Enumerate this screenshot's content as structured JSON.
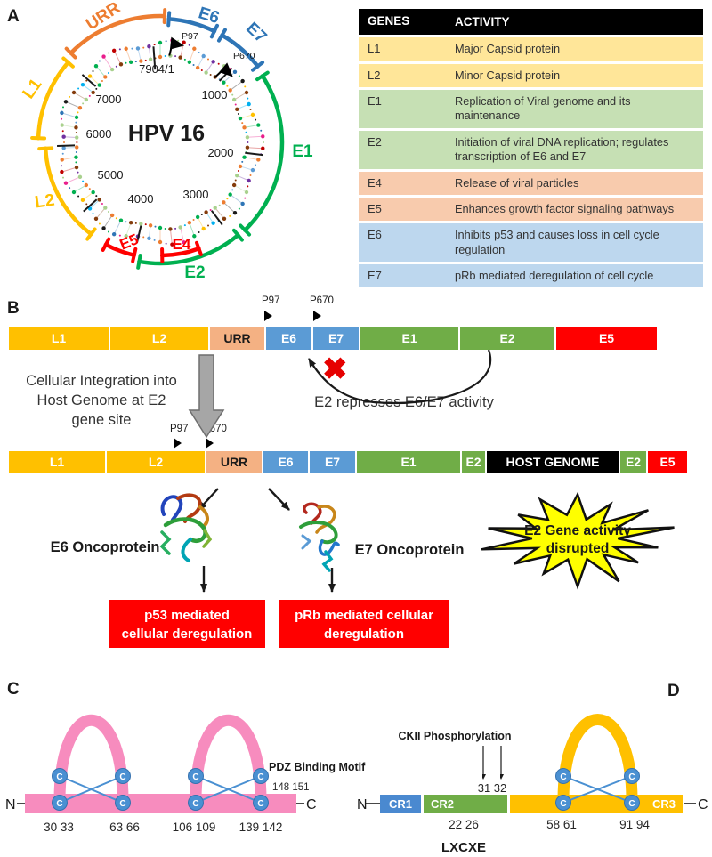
{
  "figure": {
    "panel_a_label": "A",
    "panel_b_label": "B",
    "panel_c_label": "C",
    "panel_d_label": "D"
  },
  "panel_a": {
    "plasmid": {
      "title": "HPV 16",
      "origin_label": "7904/1",
      "position_labels": [
        "1000",
        "2000",
        "3000",
        "4000",
        "5000",
        "6000",
        "7000"
      ],
      "p97_label": "P97",
      "p670_label": "P670",
      "genes": {
        "urr": {
          "label": "URR",
          "color": "#ED7D31"
        },
        "e6": {
          "label": "E6",
          "color": "#2E75B6"
        },
        "e7": {
          "label": "E7",
          "color": "#2E75B6"
        },
        "e1": {
          "label": "E1",
          "color": "#00B050"
        },
        "e2": {
          "label": "E2",
          "color": "#00B050"
        },
        "e4": {
          "label": "E4",
          "color": "#FF0000"
        },
        "e5": {
          "label": "E5",
          "color": "#FF0000"
        },
        "l2": {
          "label": "L2",
          "color": "#FFC000"
        },
        "l1": {
          "label": "L1",
          "color": "#FFC000"
        }
      },
      "dna_dot_palette": [
        "#C00000",
        "#2E75B6",
        "#00B050",
        "#7030A0",
        "#00B0F0",
        "#ED7D31",
        "#1A1A1A",
        "#E91E8C",
        "#A9D18E",
        "#FFC000",
        "#5B9BD5",
        "#843C0C"
      ]
    },
    "table": {
      "header_bg": "#000000",
      "headers": [
        "GENES",
        "ACTIVITY"
      ],
      "rows": [
        {
          "gene": "L1",
          "activity": "Major Capsid protein",
          "color": "#FFE699"
        },
        {
          "gene": "L2",
          "activity": "Minor Capsid protein",
          "color": "#FFE699"
        },
        {
          "gene": "E1",
          "activity": "Replication of Viral genome and its maintenance",
          "color": "#C6E0B4"
        },
        {
          "gene": "E2",
          "activity": "Initiation of viral DNA replication; regulates transcription of E6 and E7",
          "color": "#C6E0B4"
        },
        {
          "gene": "E4",
          "activity": "Release of viral particles",
          "color": "#F8CBAD"
        },
        {
          "gene": "E5",
          "activity": "Enhances growth factor signaling pathways",
          "color": "#F8CBAD"
        },
        {
          "gene": "E6",
          "activity": "Inhibits p53 and causes loss in cell cycle regulation",
          "color": "#BDD7EE"
        },
        {
          "gene": "E7",
          "activity": "pRb mediated deregulation of cell cycle",
          "color": "#BDD7EE"
        }
      ]
    }
  },
  "panel_b": {
    "promoters": {
      "p97": "P97",
      "p670": "P670"
    },
    "bar1": {
      "segments": [
        {
          "label": "L1",
          "color": "#FFC000",
          "text": "#FFFFFF"
        },
        {
          "label": "L2",
          "color": "#FFC000",
          "text": "#FFFFFF"
        },
        {
          "label": "URR",
          "color": "#F4B183",
          "text": "#1A1A1A"
        },
        {
          "label": "E6",
          "color": "#5B9BD5",
          "text": "#FFFFFF"
        },
        {
          "label": "E7",
          "color": "#5B9BD5",
          "text": "#FFFFFF"
        },
        {
          "label": "E1",
          "color": "#70AD47",
          "text": "#FFFFFF"
        },
        {
          "label": "E2",
          "color": "#70AD47",
          "text": "#FFFFFF"
        },
        {
          "label": "E5",
          "color": "#FF0000",
          "text": "#FFFFFF"
        }
      ]
    },
    "bar2": {
      "segments": [
        {
          "label": "L1",
          "color": "#FFC000",
          "text": "#FFFFFF"
        },
        {
          "label": "L2",
          "color": "#FFC000",
          "text": "#FFFFFF"
        },
        {
          "label": "URR",
          "color": "#F4B183",
          "text": "#1A1A1A"
        },
        {
          "label": "E6",
          "color": "#5B9BD5",
          "text": "#FFFFFF"
        },
        {
          "label": "E7",
          "color": "#5B9BD5",
          "text": "#FFFFFF"
        },
        {
          "label": "E1",
          "color": "#70AD47",
          "text": "#FFFFFF"
        },
        {
          "label": "E2",
          "color": "#70AD47",
          "text": "#FFFFFF"
        },
        {
          "label": "HOST GENOME",
          "color": "#000000",
          "text": "#FFFFFF"
        },
        {
          "label": "E2",
          "color": "#70AD47",
          "text": "#FFFFFF"
        },
        {
          "label": "E5",
          "color": "#FF0000",
          "text": "#FFFFFF"
        }
      ]
    },
    "integration_note_lines": [
      "Cellular Integration into",
      "Host Genome at E2",
      "gene site"
    ],
    "repression_note": "E2 represses E6/E7 activity",
    "blocked_icon": "✖",
    "e6_oncoprotein_label": "E6 Oncoprotein",
    "e7_oncoprotein_label": "E7 Oncoprotein",
    "p53_box_lines": [
      "p53 mediated",
      "cellular deregulation"
    ],
    "prb_box_lines": [
      "pRb mediated cellular",
      "deregulation"
    ],
    "box_color": "#FF0000",
    "burst_lines": [
      "E2 Gene activity",
      "disrupted"
    ],
    "burst_color": "#FFFF00"
  },
  "panel_c": {
    "n_terminus": "N",
    "c_terminus": "C",
    "cys": "C",
    "bar_color": "#F78CBE",
    "cys_circle_color": "#4A90D2",
    "pdz_label": "PDZ Binding Motif",
    "pdz_positions": "148 151",
    "positions": [
      "30 33",
      "63 66",
      "106 109",
      "139 142"
    ]
  },
  "panel_d": {
    "n_terminus": "N",
    "c_terminus": "C",
    "cys": "C",
    "ckii_label": "CKII Phosphorylation",
    "ckii_positions": "31 32",
    "domains": [
      {
        "label": "CR1",
        "color": "#4A89D0"
      },
      {
        "label": "CR2",
        "color": "#70AD47"
      },
      {
        "label": "CR3",
        "color": "#FFC000"
      }
    ],
    "positions": [
      "22 26",
      "58 61",
      "91 94"
    ],
    "lxcxe_label": "LXCXE"
  }
}
